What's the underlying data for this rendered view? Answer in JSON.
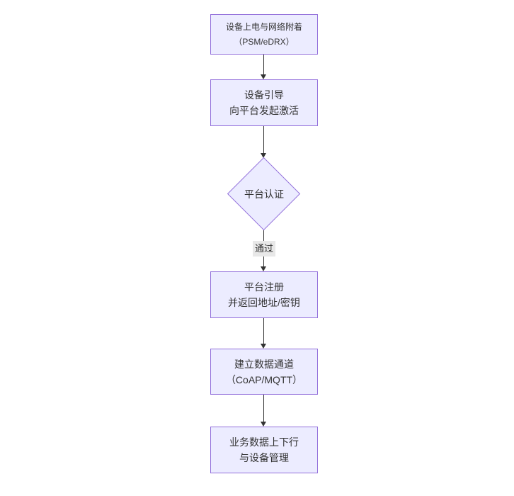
{
  "diagram": {
    "type": "flowchart",
    "direction": "top-down",
    "colors": {
      "background": "#ffffff",
      "node_fill": "#ECECFF",
      "node_border": "#9370DB",
      "node_text": "#333333",
      "edge_line": "#333333",
      "edge_label_background": "#e8e8e8"
    },
    "nodes": [
      {
        "id": "attach",
        "type": "rect",
        "lines": [
          "设备上电与网络附着",
          "（PSM/eDRX）"
        ]
      },
      {
        "id": "bootstrap",
        "type": "rect",
        "lines": [
          "设备引导",
          "向平台发起激活"
        ]
      },
      {
        "id": "auth",
        "type": "diamond",
        "lines": [
          "平台认证"
        ]
      },
      {
        "id": "register",
        "type": "rect",
        "lines": [
          "平台注册",
          "并返回地址/密钥"
        ]
      },
      {
        "id": "channel",
        "type": "rect",
        "lines": [
          "建立数据通道",
          "（CoAP/MQTT）"
        ]
      },
      {
        "id": "business",
        "type": "rect",
        "lines": [
          "业务数据上下行",
          "与设备管理"
        ]
      }
    ],
    "edges": [
      {
        "from": "attach",
        "to": "bootstrap",
        "label": ""
      },
      {
        "from": "bootstrap",
        "to": "auth",
        "label": ""
      },
      {
        "from": "auth",
        "to": "register",
        "label": "通过"
      },
      {
        "from": "register",
        "to": "channel",
        "label": ""
      },
      {
        "from": "channel",
        "to": "business",
        "label": ""
      }
    ]
  }
}
